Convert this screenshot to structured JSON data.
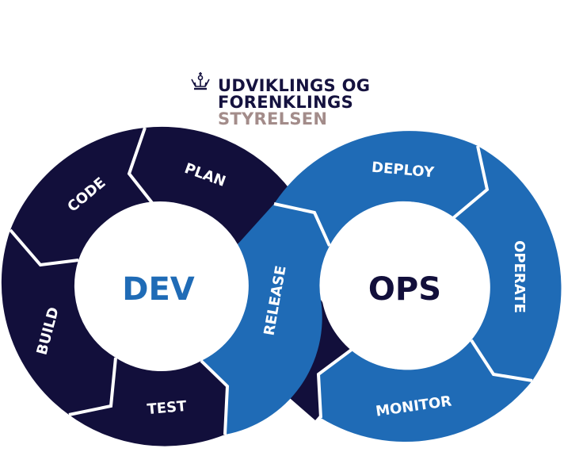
{
  "logo": {
    "line1": "UDVIKLINGS OG",
    "line2": "FORENKLINGS",
    "line3": "STYRELSEN"
  },
  "hubs": {
    "dev": "DEV",
    "ops": "OPS"
  },
  "segments": {
    "plan": "PLAN",
    "code": "CODE",
    "build": "BUILD",
    "test": "TEST",
    "release": "RELEASE",
    "deploy": "DEPLOY",
    "operate": "OPERATE",
    "monitor": "MONITOR"
  },
  "colors": {
    "dark_navy": "#120f3b",
    "blue": "#1f6bb6",
    "logo_text": "#15123f",
    "logo_accent": "#a38c8a",
    "white": "#ffffff"
  }
}
